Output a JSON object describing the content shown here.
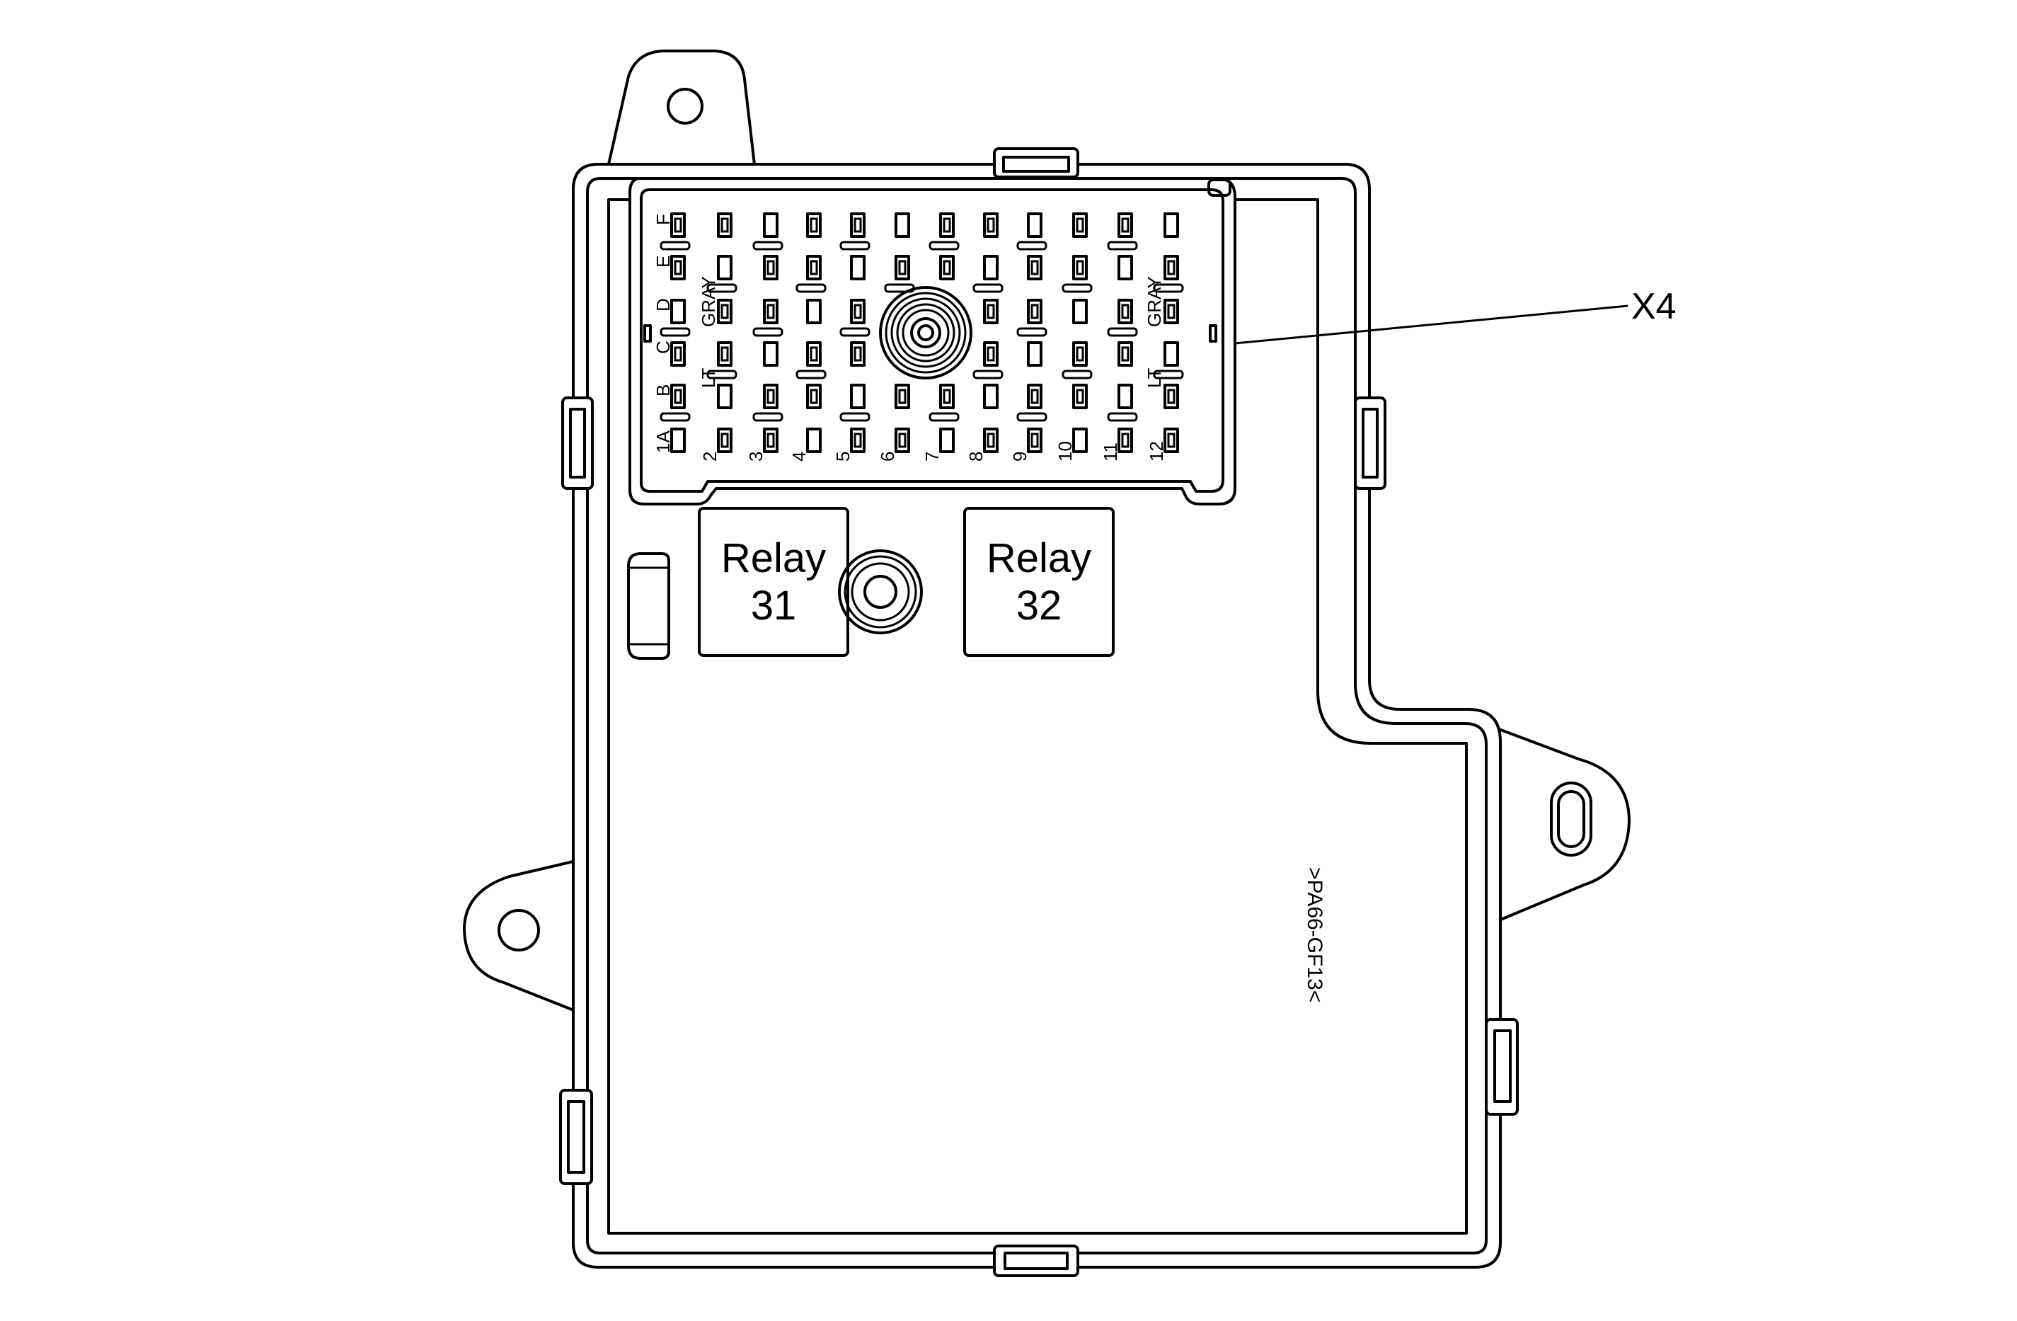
{
  "callout": {
    "label": "X4"
  },
  "relays": [
    {
      "line1": "Relay",
      "line2": "31"
    },
    {
      "line1": "Relay",
      "line2": "32"
    }
  ],
  "connector": {
    "row_labels": [
      "F",
      "E",
      "D",
      "C",
      "B",
      "1A"
    ],
    "column_labels": [
      "2",
      "3",
      "4",
      "5",
      "6",
      "7",
      "8",
      "9",
      "10",
      "11",
      "12"
    ],
    "color_left_line1": "LT",
    "color_left_line2": "GRAY",
    "color_right_line1": "LT",
    "color_right_line2": "GRAY"
  },
  "molding_mark": ">PA66-GF13<"
}
